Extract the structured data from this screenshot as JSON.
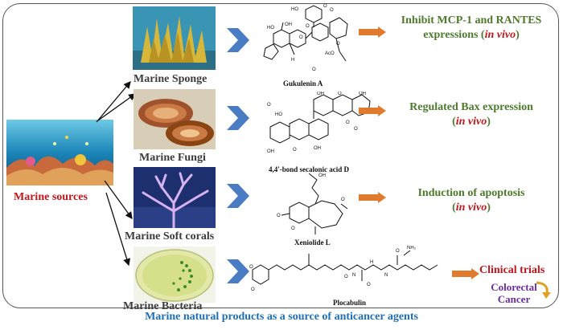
{
  "sources_label": "Marine sources",
  "sources": [
    {
      "label": "Marine Sponge",
      "icon": "sponge-photo"
    },
    {
      "label": "Marine Fungi",
      "icon": "fungi-photo"
    },
    {
      "label": "Marine Soft corals",
      "icon": "soft-coral-photo"
    },
    {
      "label": "Marine Bacteria",
      "icon": "bacteria-plate-photo"
    }
  ],
  "compounds": [
    "Gukulenin A",
    "4,4'-bond secalonic acid D",
    "Xeniolide L",
    "Plocabulin"
  ],
  "effects": [
    {
      "line1": "Inhibit MCP-1 and RANTES",
      "line2_pre": "expressions (",
      "line2_em": "in vivo",
      "line2_post": ")"
    },
    {
      "line1": "Regulated Bax expression",
      "line2_pre": "(",
      "line2_em": "in vivo",
      "line2_post": ")"
    },
    {
      "line1": "Induction of apoptosis",
      "line2_pre": "(",
      "line2_em": "in vivo",
      "line2_post": ")"
    }
  ],
  "clinical": {
    "label": "Clinical trials",
    "target_line1": "Colorectal",
    "target_line2": "Cancer"
  },
  "caption": "Marine natural products as a source of anticancer agents",
  "colors": {
    "source_red": "#c0161c",
    "effect_green": "#4d7a2c",
    "chevron_blue": "#4a7cc4",
    "arrow_orange": "#e07b2e",
    "caption_blue": "#1f6fb5",
    "cancer_purple": "#6a2ca0"
  }
}
